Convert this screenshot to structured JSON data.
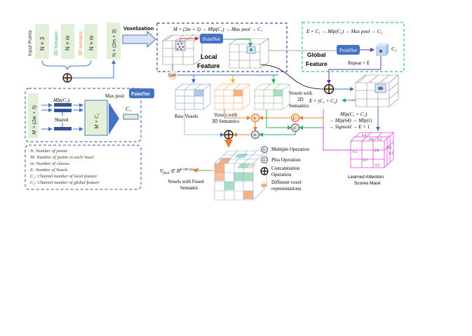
{
  "input": {
    "label": "Input Points",
    "blocks": [
      "N × 3",
      "N × m",
      "N × m"
    ],
    "sem2d": "2D Semantic",
    "sem3d": "3D Semantic",
    "concat_block": "N × (2m + 3)"
  },
  "voxelization": "Voxelization",
  "local": {
    "formula": "M × (2m + 3) → Mlp(C₁) → Max pool → C₁",
    "pointnet": "PointNet",
    "title_line1": "Local",
    "title_line2": "Feature",
    "split": "Split"
  },
  "global": {
    "formula": "E × C₁ → Mlp(C₂) → Max pool → C₂",
    "pointnet": "PointNet",
    "c2": "C₂",
    "title_line1": "Global",
    "title_line2": "Feature",
    "repeat": "Repeat × E"
  },
  "pointnet_detail": {
    "input": "M × (2m + 3)",
    "mlp": "Mlp(C₁)",
    "shared": "Shared",
    "mxc": "M × C₁",
    "maxpool": "Max pool",
    "badge": "PointNet",
    "c1": "C₁"
  },
  "notation": [
    "N: Number of points",
    "M: Number of points in each Voxel",
    "m: Number of classes",
    "E: Number of Voxels",
    "C₁: Channel number of local feature",
    "C₂: Channel number of global feature"
  ],
  "voxels": {
    "raw": "Raw Voxels",
    "sem3d_line1": "Voxels with",
    "sem3d_line2": "3D Semantics",
    "sem2d_line1": "Voxels with",
    "sem2d_line2": "2D",
    "sem2d_line3": "Semantics",
    "ec1c2": "E × (C₁ + C₂)",
    "one_minus": "1-"
  },
  "attention": {
    "line1": "Mlp(C₁ + C₂)",
    "line2": "→ Mlp(64) → Mlp(1)",
    "line3": "→ Sigmoid → E × 1",
    "scores": [
      "0.4",
      "0.8",
      "0.3",
      "0.1",
      "0.8",
      "0.7",
      "0.2",
      "0.6",
      "0.5"
    ],
    "caption_line1": "Learned Attention",
    "caption_line2": "Scores Mask"
  },
  "fused": {
    "formula": "V_final ∈ ℝ^(E×M×(m+3))",
    "caption_line1": "Voxels with Fused",
    "caption_line2": "Semantic"
  },
  "legend": [
    {
      "symbol": "×",
      "label": "Multiple Operation"
    },
    {
      "symbol": "+",
      "label": "Plus Operation"
    },
    {
      "symbol": "⊕",
      "label": "Concatenation Operation"
    },
    {
      "symbol": "Split",
      "label": "Different voxel representations"
    }
  ],
  "colors": {
    "blue": "#4472c4",
    "dash_blue": "#2f5597",
    "green": "#27ae60",
    "dash_green": "#2ecc71",
    "orange": "#ed7d31",
    "purple": "#7030a0",
    "magenta": "#e83ee8",
    "light_green": "#e2efd9",
    "peach": "#fbe0c8"
  }
}
